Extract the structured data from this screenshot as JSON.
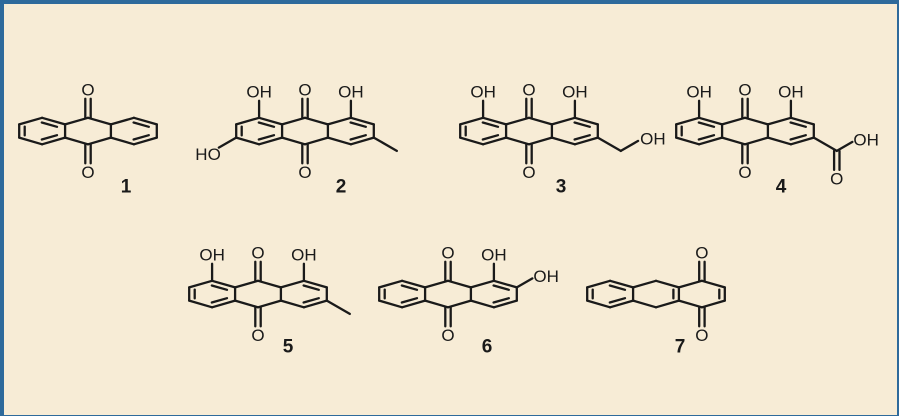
{
  "compounds": [
    {
      "id": "1",
      "atoms": [
        "O",
        "O"
      ]
    },
    {
      "id": "2",
      "atoms": [
        "OH",
        "O",
        "OH",
        "HO",
        "O"
      ]
    },
    {
      "id": "3",
      "atoms": [
        "OH",
        "O",
        "OH",
        "OH",
        "O"
      ]
    },
    {
      "id": "4",
      "atoms": [
        "OH",
        "O",
        "OH",
        "OH",
        "O",
        "O"
      ]
    },
    {
      "id": "5",
      "atoms": [
        "OH",
        "O",
        "OH",
        "O"
      ]
    },
    {
      "id": "6",
      "atoms": [
        "O",
        "OH",
        "OH",
        "O"
      ]
    },
    {
      "id": "7",
      "atoms": [
        "O",
        "O"
      ]
    }
  ],
  "colors": {
    "background": "#f7ecd6",
    "border": "#2e6a9b",
    "ink": "#1a1a1a"
  }
}
